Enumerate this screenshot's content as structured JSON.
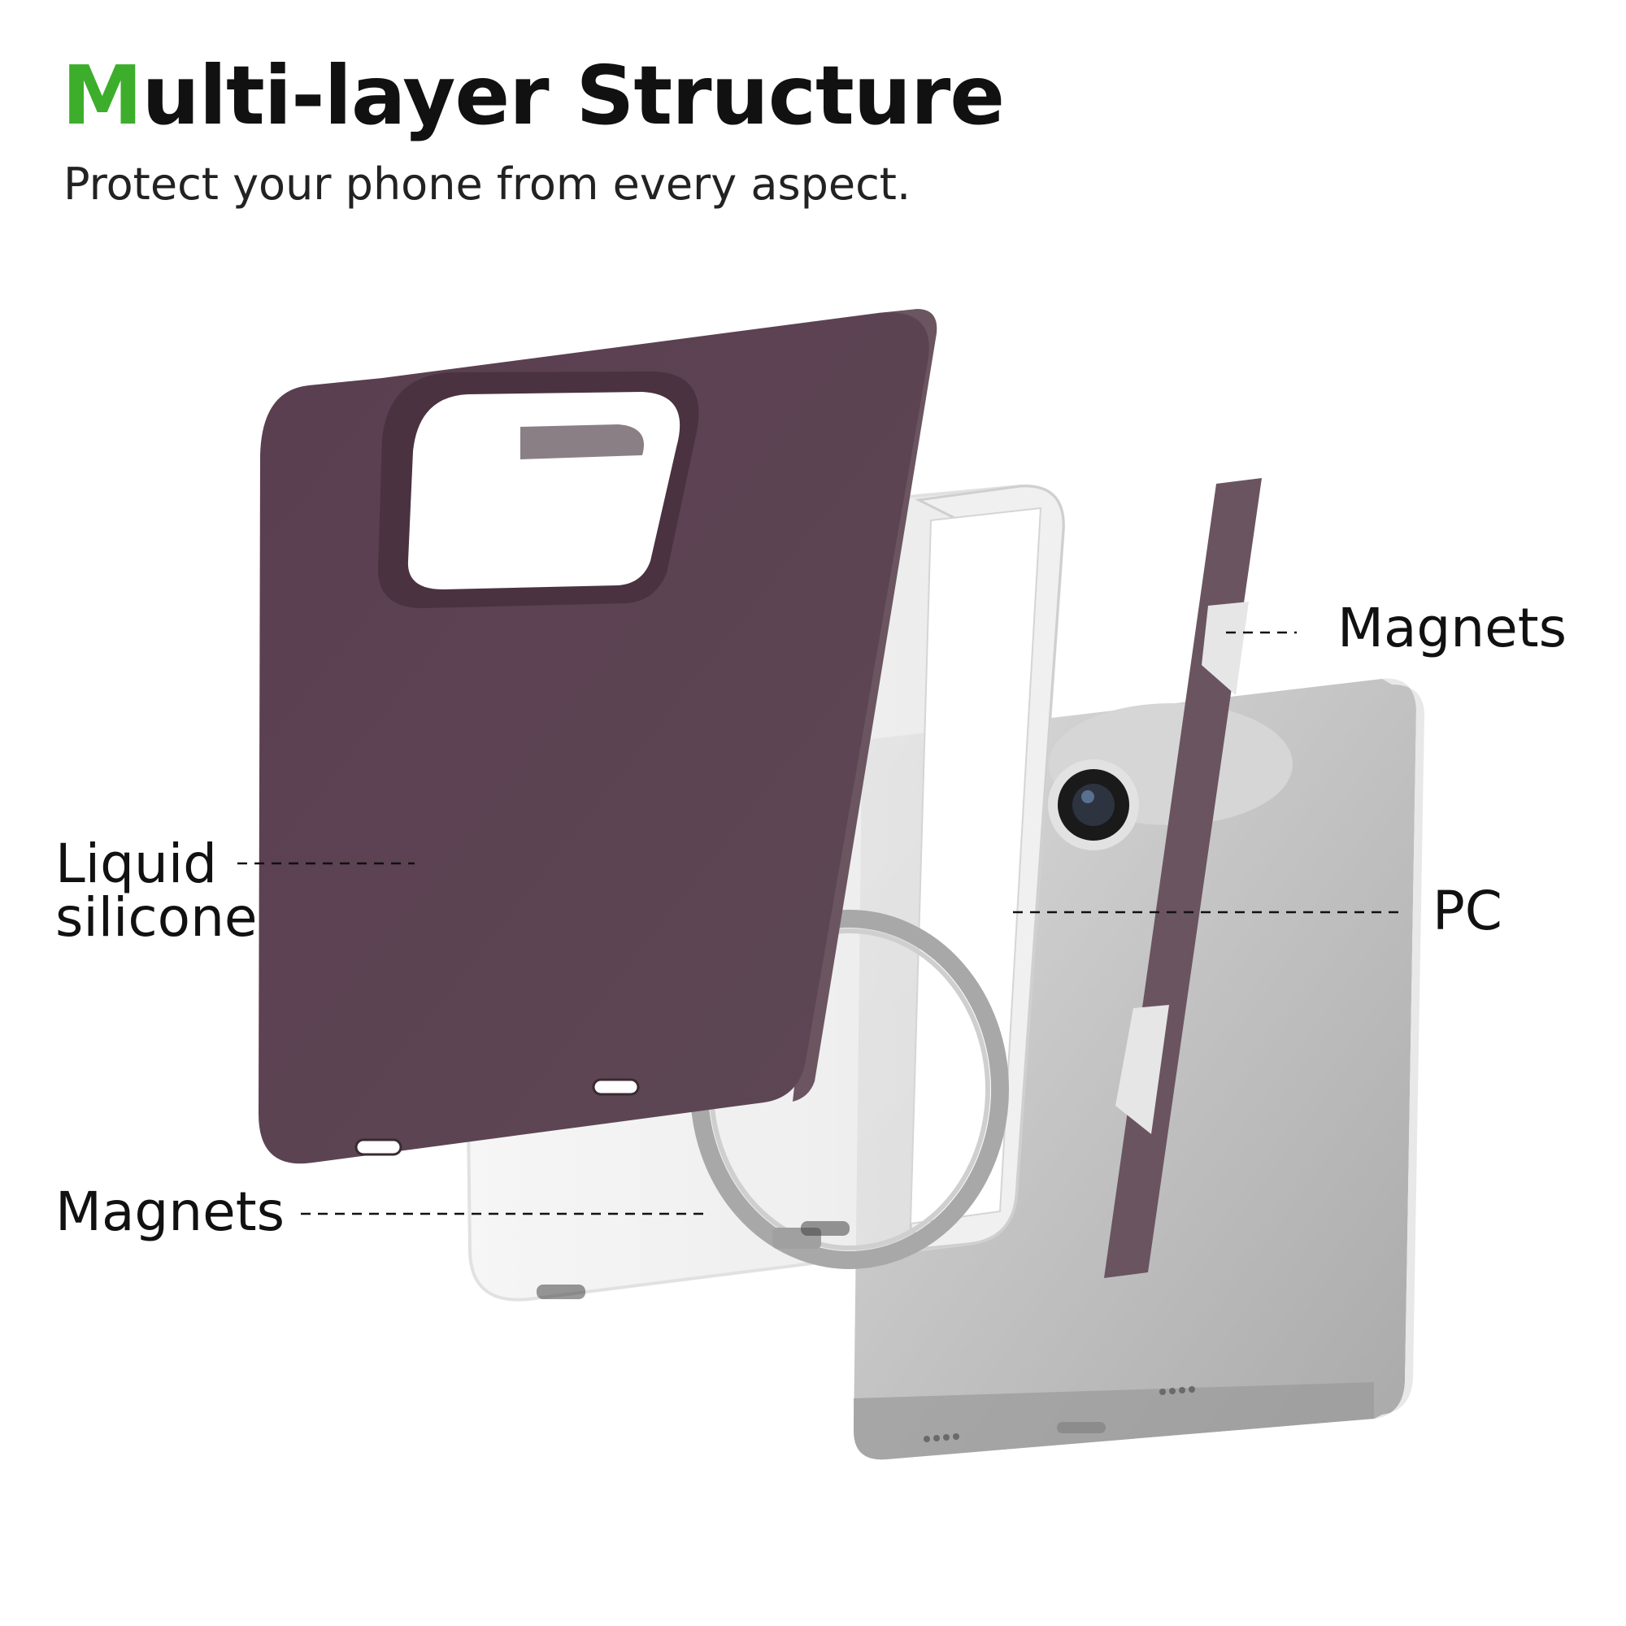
{
  "header": {
    "title_accent": "M",
    "title_rest": "ulti-layer Structure",
    "subtitle": "Protect your phone from every aspect."
  },
  "callouts": {
    "magnets_top": "Magnets",
    "liquid_line1": "Liquid",
    "liquid_line2": "silicone",
    "pc": "PC",
    "magnets_bottom": "Magnets"
  },
  "colors": {
    "accent": "#3dae2b",
    "silicone": "#5c4452",
    "phone": "#c4c4c4",
    "strip": "#6a5460"
  }
}
